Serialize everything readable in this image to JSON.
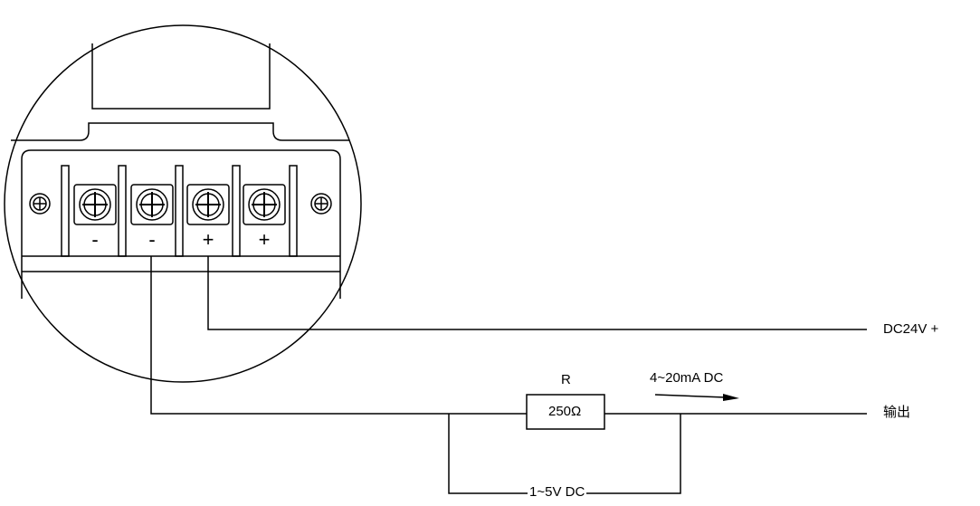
{
  "terminals": [
    {
      "sign": "-"
    },
    {
      "sign": "-"
    },
    {
      "sign": "+"
    },
    {
      "sign": "+"
    }
  ],
  "labels": {
    "supply": "DC24V +",
    "output": "输出",
    "resistor_symbol": "R",
    "resistor_value": "250Ω",
    "current": "4~20mA DC",
    "voltage": "1~5V DC"
  }
}
